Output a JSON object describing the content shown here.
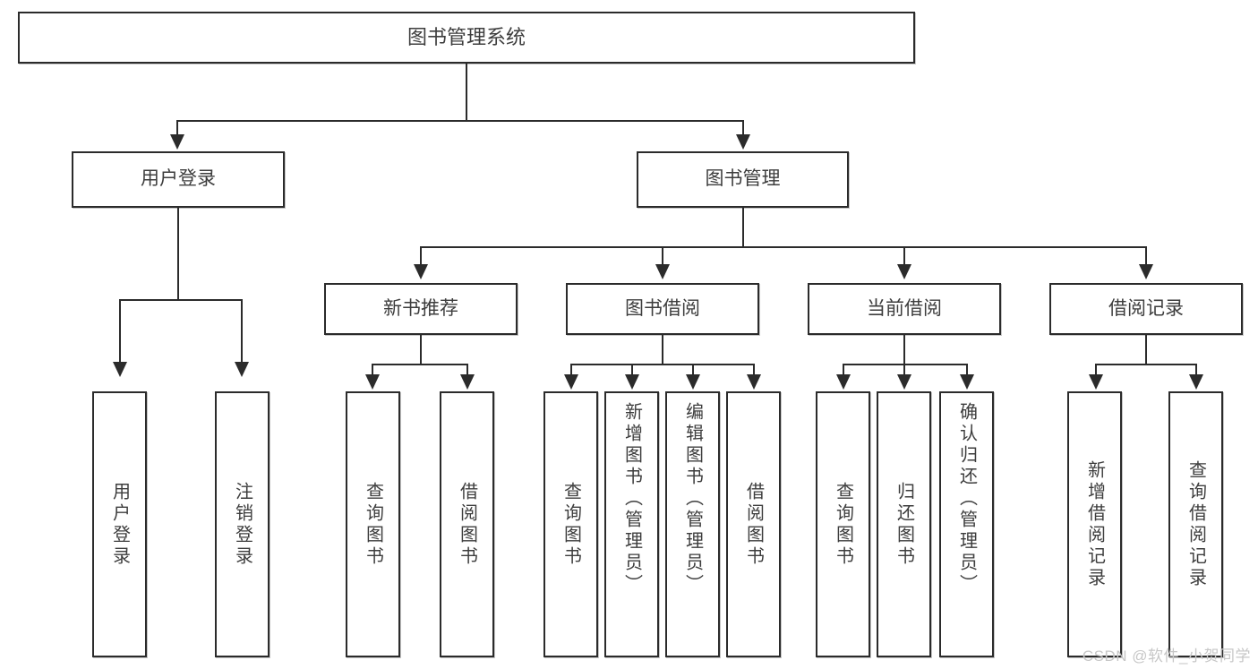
{
  "diagram": {
    "title": "图书管理系统",
    "type": "tree",
    "root": {
      "label": "图书管理系统"
    },
    "level2": [
      {
        "label": "用户登录"
      },
      {
        "label": "图书管理"
      }
    ],
    "level3": [
      {
        "label": "新书推荐"
      },
      {
        "label": "图书借阅"
      },
      {
        "label": "当前借阅"
      },
      {
        "label": "借阅记录"
      }
    ],
    "leaves": {
      "user_login": [
        {
          "label": "用户登录"
        },
        {
          "label": "注销登录"
        }
      ],
      "new_book_recommend": [
        {
          "label": "查询图书"
        },
        {
          "label": "借阅图书"
        }
      ],
      "book_borrow": [
        {
          "label": "查询图书"
        },
        {
          "label": "新增图书（管理员）"
        },
        {
          "label": "编辑图书（管理员）"
        },
        {
          "label": "借阅图书"
        }
      ],
      "current_borrow": [
        {
          "label": "查询图书"
        },
        {
          "label": "归还图书"
        },
        {
          "label": "确认归还（管理员）"
        }
      ],
      "borrow_record": [
        {
          "label": "新增借阅记录"
        },
        {
          "label": "查询借阅记录"
        }
      ]
    }
  },
  "watermark": {
    "text": "CSDN @软件_小贺同学"
  },
  "colors": {
    "stroke": "#2b2b2b",
    "text": "#3d3d3d",
    "background": "#ffffff",
    "watermark": "#c7c7c7"
  }
}
